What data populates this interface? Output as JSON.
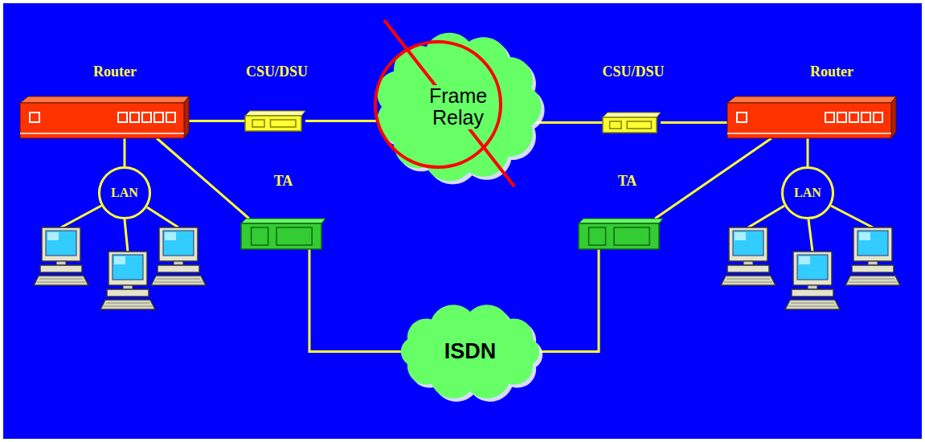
{
  "diagram": {
    "nodes": [
      {
        "text": [
          "Router"
        ]
      },
      {
        "text": [
          "CSU/DSU"
        ]
      },
      {
        "text": [
          "Frame Relay"
        ]
      },
      {
        "text": [
          "CSU/DSU"
        ]
      },
      {
        "text": [
          "Router"
        ]
      },
      {
        "text": [
          "LAN"
        ]
      },
      {
        "text": [
          "TA"
        ]
      },
      {
        "text": [
          "TA"
        ]
      },
      {
        "text": [
          "LAN"
        ]
      },
      {
        "text": [
          "ISDN"
        ]
      }
    ],
    "edges": [
      {
        "from": 0,
        "to": 1,
        "arrow": "none"
      },
      {
        "from": 1,
        "to": 2,
        "arrow": "none"
      },
      {
        "from": 2,
        "to": 3,
        "arrow": "none"
      },
      {
        "from": 3,
        "to": 4,
        "arrow": "none"
      },
      {
        "from": 0,
        "to": 5,
        "arrow": "none"
      },
      {
        "from": 4,
        "to": 8,
        "arrow": "none"
      },
      {
        "from": 0,
        "to": 6,
        "arrow": "none"
      },
      {
        "from": 4,
        "to": 7,
        "arrow": "none"
      },
      {
        "from": 6,
        "to": 9,
        "arrow": "none"
      },
      {
        "from": 7,
        "to": 9,
        "arrow": "none"
      }
    ]
  }
}
